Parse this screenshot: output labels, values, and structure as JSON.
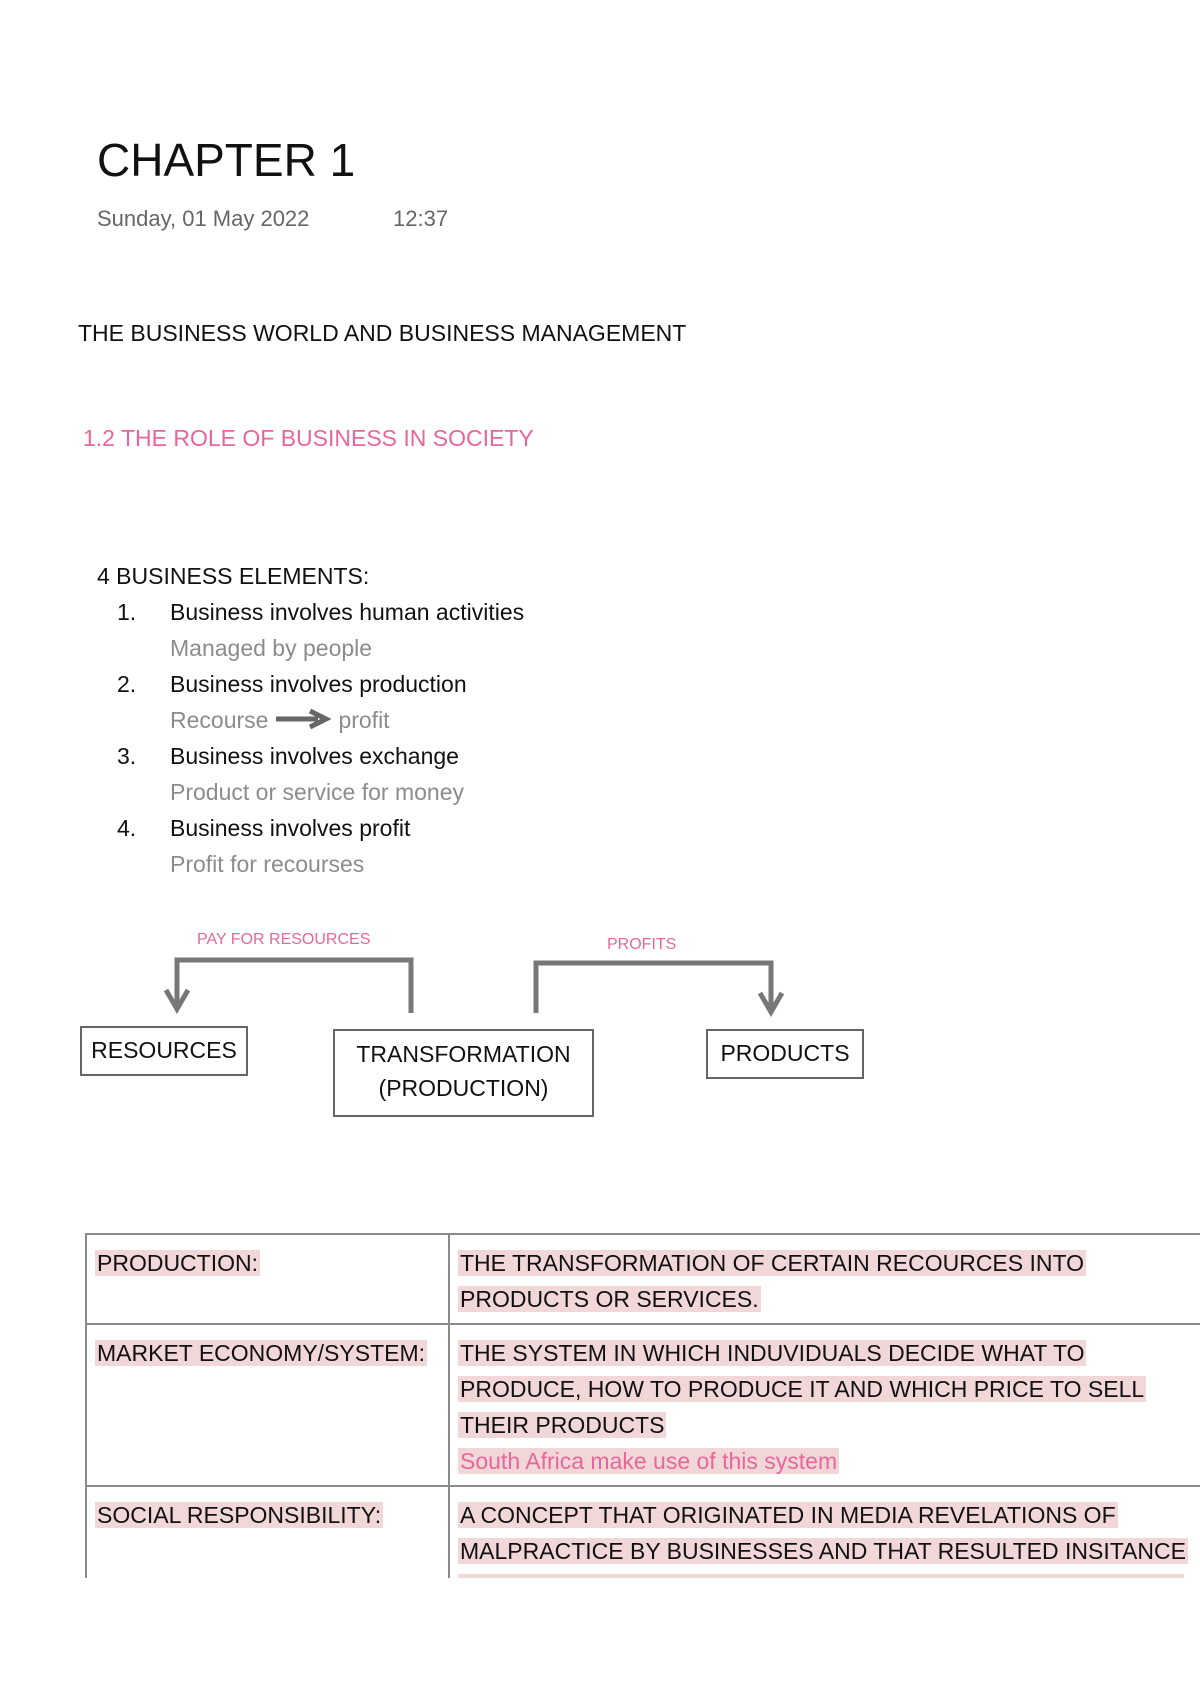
{
  "page": {
    "title": "CHAPTER 1",
    "date": "Sunday, 01 May 2022",
    "time": "12:37",
    "heading": "THE BUSINESS WORLD AND BUSINESS MANAGEMENT",
    "section": "1.2 THE ROLE OF BUSINESS IN SOCIETY",
    "accent_color": "#e8669b"
  },
  "elements": {
    "title": "4 BUSINESS ELEMENTS:",
    "items": [
      {
        "num": "1.",
        "head": "Business involves human activities",
        "sub": "Managed by people"
      },
      {
        "num": "2.",
        "head": "Business involves production",
        "sub_a": "Recourse",
        "sub_b": "profit"
      },
      {
        "num": "3.",
        "head": "Business involves exchange",
        "sub": "Product or service for money"
      },
      {
        "num": "4.",
        "head": "Business involves profit",
        "sub": "Profit for recourses"
      }
    ]
  },
  "flow": {
    "label_left": "PAY FOR RESOURCES",
    "label_right": "PROFITS",
    "box_resources": "RESOURCES",
    "box_transformation": "TRANSFORMATION\n(PRODUCTION)",
    "box_products": "PRODUCTS"
  },
  "definitions": [
    {
      "term": "PRODUCTION:",
      "definition": "THE TRANSFORMATION OF CERTAIN RECOURCES INTO PRODUCTS OR SERVICES."
    },
    {
      "term": "MARKET ECONOMY/SYSTEM:",
      "definition": "THE SYSTEM IN WHICH INDUVIDUALS DECIDE WHAT TO PRODUCE, HOW TO PRODUCE IT AND WHICH PRICE TO SELL THEIR PRODUCTS",
      "note": "South Africa make use of this system"
    },
    {
      "term": "SOCIAL RESPONSIBILITY:",
      "definition": "A CONCEPT THAT ORIGINATED IN MEDIA REVELATIONS OF MALPRACTICE BY BUSINESSES AND THAT RESULTED INSITANCE BY SOCIETY ON RESTRICTIONG SUCH MALPRACTICE THROUGH REGULATION."
    }
  ]
}
